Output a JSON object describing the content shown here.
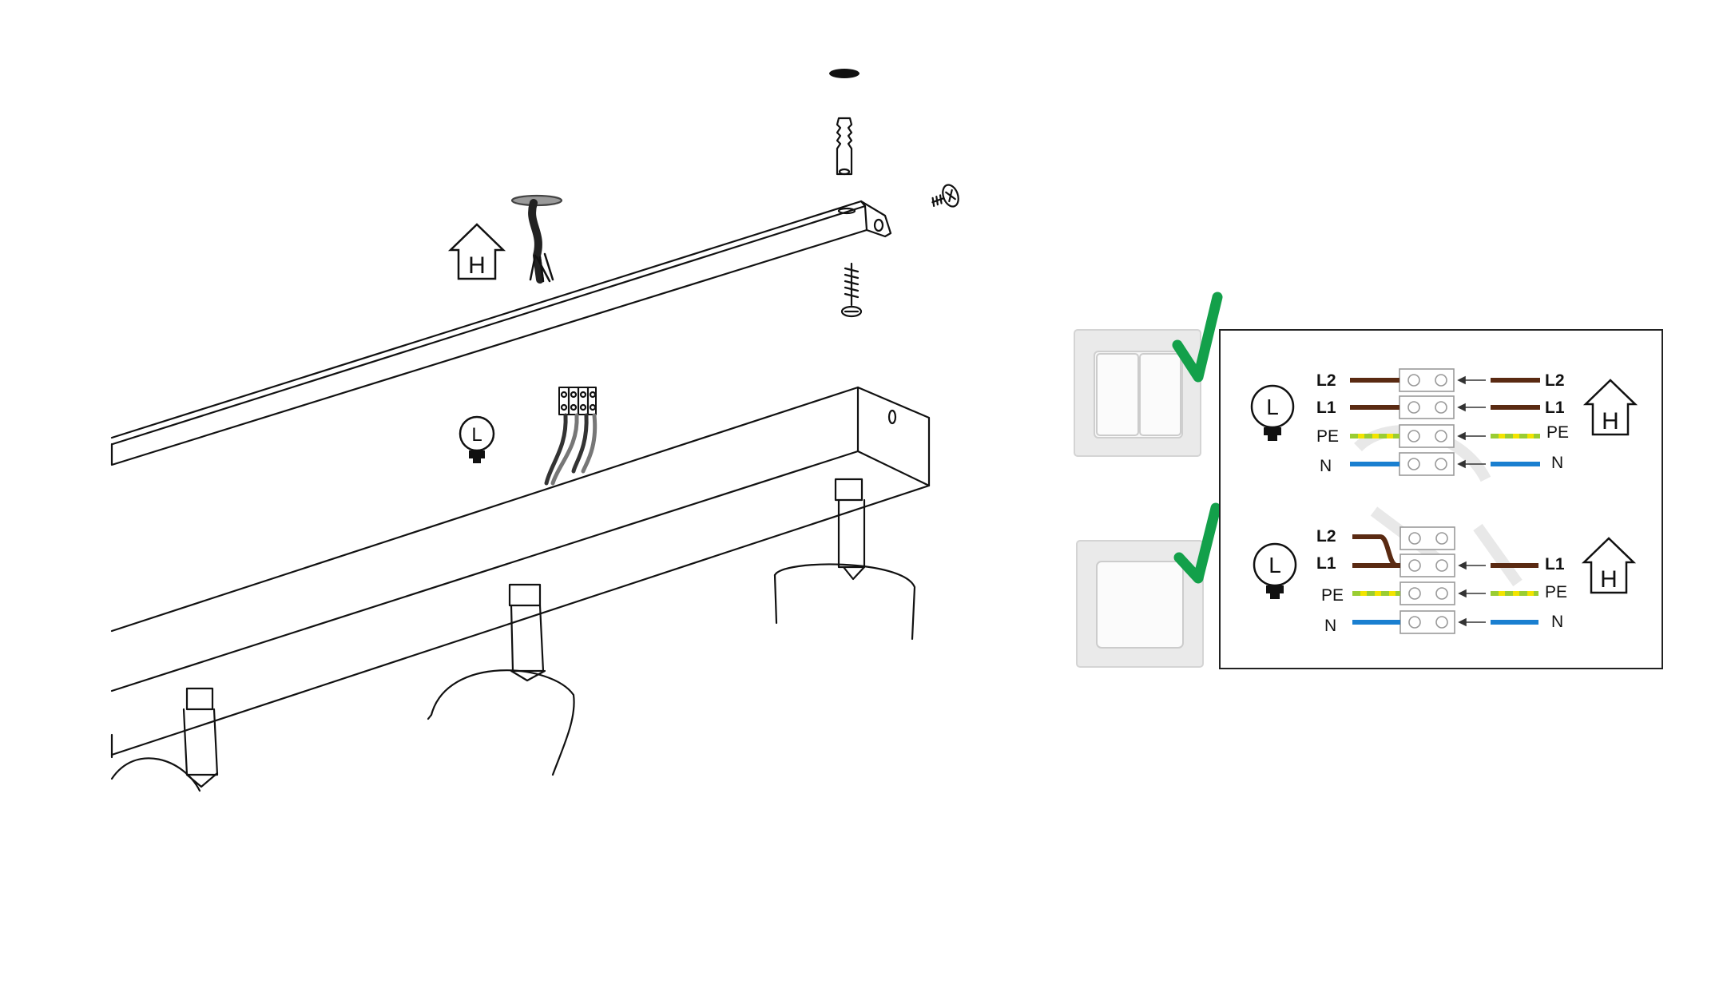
{
  "colors": {
    "brown": "#5a2a12",
    "blue": "#1a7fd0",
    "earth_green": "#9acd32",
    "earth_yellow": "#f2e400",
    "check_green": "#13a04a",
    "line": "#111111",
    "switch_face": "#f1f1f1"
  },
  "symbols": {
    "house_letter": "H",
    "lamp_letter": "L"
  },
  "wiring": {
    "double_switch": {
      "left": [
        "L2",
        "L1",
        "PE",
        "N"
      ],
      "right": [
        "L2",
        "L1",
        "PE",
        "N"
      ]
    },
    "single_switch": {
      "left": [
        "L2",
        "L1",
        "PE",
        "N"
      ],
      "right": [
        "L1",
        "PE",
        "N"
      ]
    }
  },
  "icons": [
    "house-icon",
    "lamp-icon",
    "check-icon",
    "screw-icon",
    "wall-plug-icon",
    "terminal-block-icon"
  ]
}
